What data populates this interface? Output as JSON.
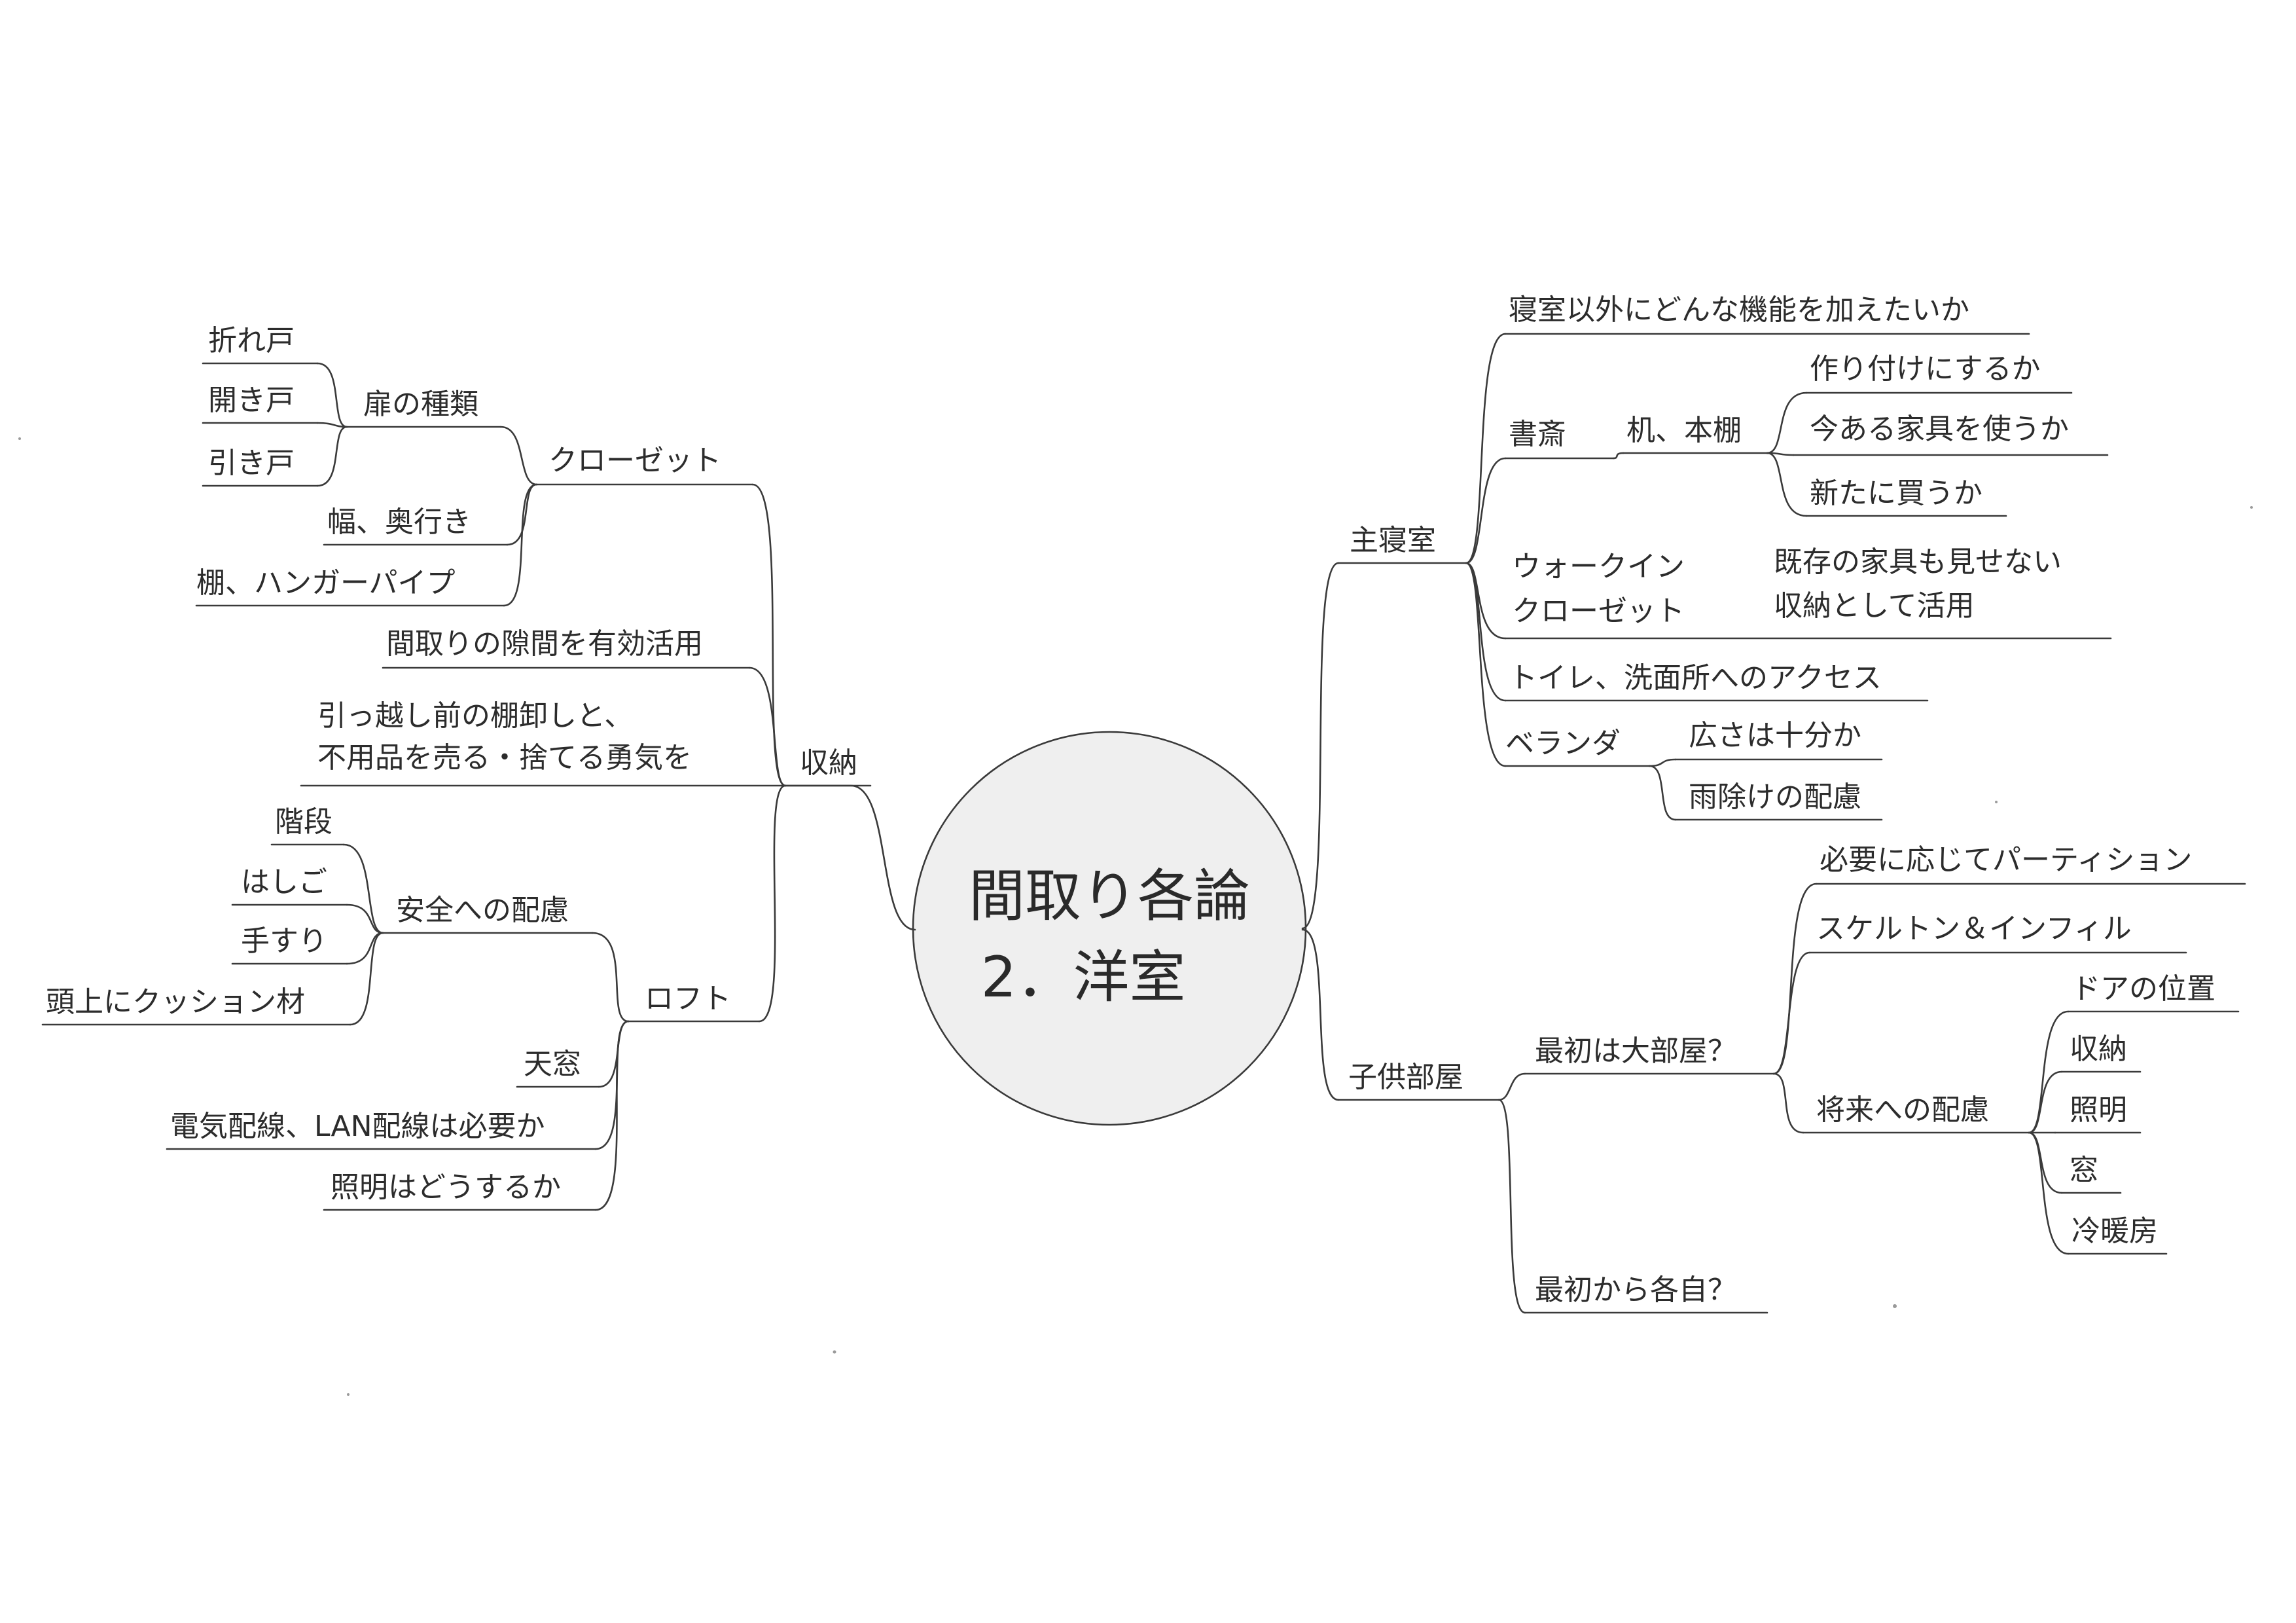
{
  "center": {
    "title_line1": "間取り各論",
    "title_line2": "2．洋室"
  },
  "left": {
    "shuno": {
      "label": "収納",
      "closet": {
        "label": "クローゼット",
        "tobira": {
          "label": "扉の種類",
          "items": [
            "折れ戸",
            "開き戸",
            "引き戸"
          ]
        },
        "haba": "幅、奥行き",
        "tana": "棚、ハンガーパイプ"
      },
      "sukima": "間取りの隙間を有効活用",
      "hikkoshi": {
        "line1": "引っ越し前の棚卸しと、",
        "line2": "不用品を売る・捨てる勇気を"
      },
      "loft": {
        "label": "ロフト",
        "anzen": {
          "label": "安全への配慮",
          "items": [
            "階段",
            "はしご",
            "手すり",
            "頭上にクッション材"
          ]
        },
        "tenmado": "天窓",
        "denki": "電気配線、LAN配線は必要か",
        "shomei": "照明はどうするか"
      }
    }
  },
  "right": {
    "shushinshitsu": {
      "label": "主寝室",
      "kino": "寝室以外にどんな機能を加えたいか",
      "shosai": {
        "label": "書斎",
        "tsukue": {
          "label": "机、本棚",
          "items": [
            "作り付けにするか",
            "今ある家具を使うか",
            "新たに買うか"
          ]
        }
      },
      "walkin": {
        "line1": "ウォークイン",
        "line2": "クローゼット",
        "note_line1": "既存の家具も見せない",
        "note_line2": "収納として活用"
      },
      "toilet": "トイレ、洗面所へのアクセス",
      "veranda": {
        "label": "ベランダ",
        "items": [
          "広さは十分か",
          "雨除けの配慮"
        ]
      }
    },
    "kodomo": {
      "label": "子供部屋",
      "daibeya": {
        "label": "最初は大部屋？",
        "items": [
          "必要に応じてパーティション",
          "スケルトン＆インフィル"
        ],
        "shorai": {
          "label": "将来への配慮",
          "items": [
            "ドアの位置",
            "収納",
            "照明",
            "窓",
            "冷暖房"
          ]
        }
      },
      "kakuji": "最初から各自？"
    }
  }
}
